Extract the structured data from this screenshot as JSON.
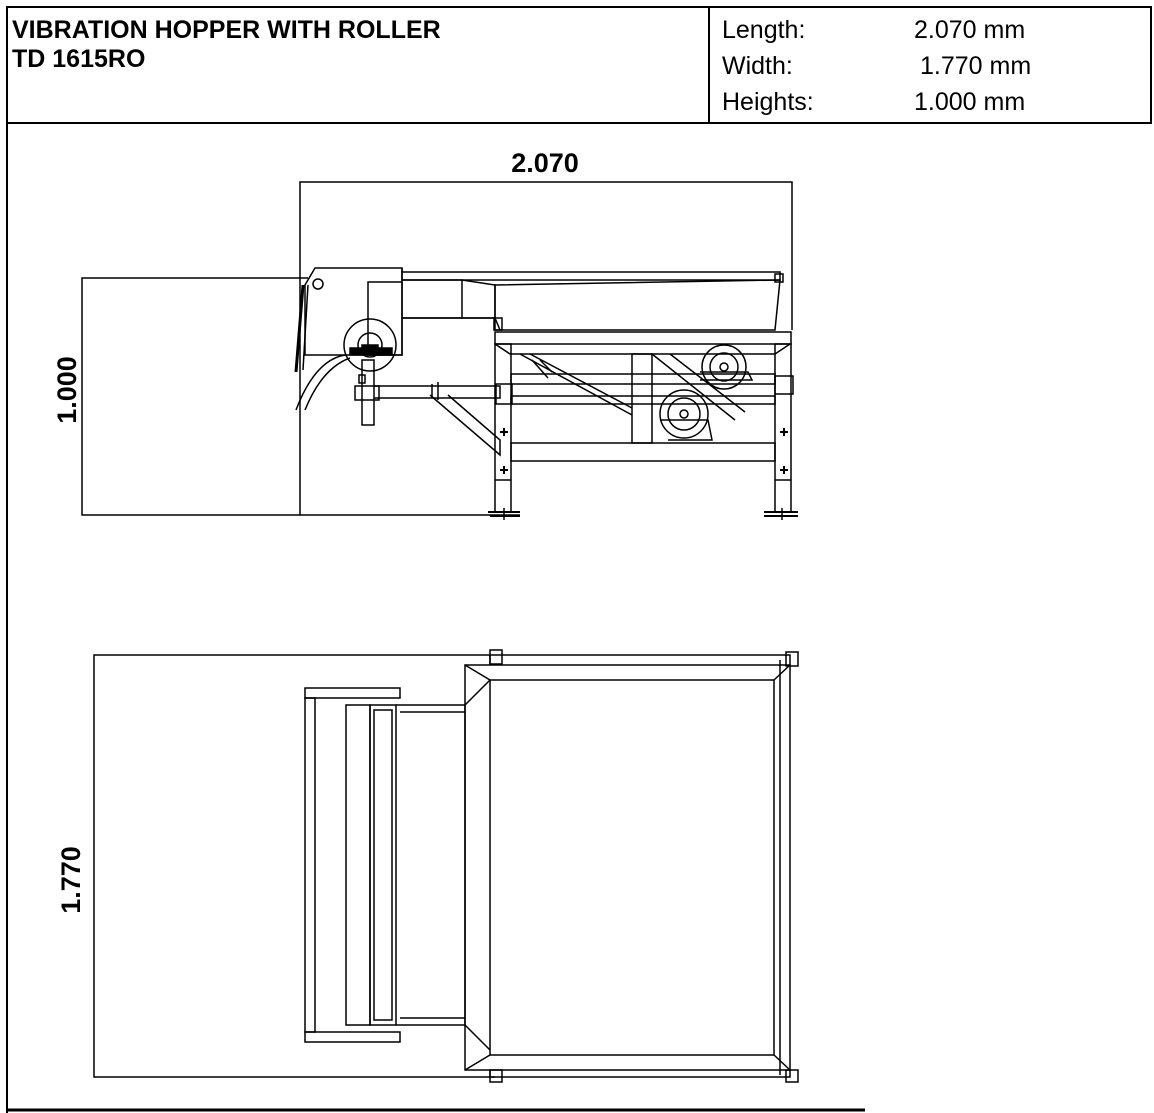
{
  "header": {
    "title_line1": "VIBRATION HOPPER WITH ROLLER",
    "title_line2": "TD 1615RO",
    "specs": [
      {
        "label": "Length:",
        "value": "2.070 mm"
      },
      {
        "label": "Width:",
        "value": "1.770 mm"
      },
      {
        "label": "Heights:",
        "value": "1.000 mm"
      }
    ]
  },
  "drawing": {
    "side_view": {
      "length_dimension": "2.070",
      "height_dimension": "1.000"
    },
    "top_view": {
      "width_dimension": "1.770"
    }
  }
}
